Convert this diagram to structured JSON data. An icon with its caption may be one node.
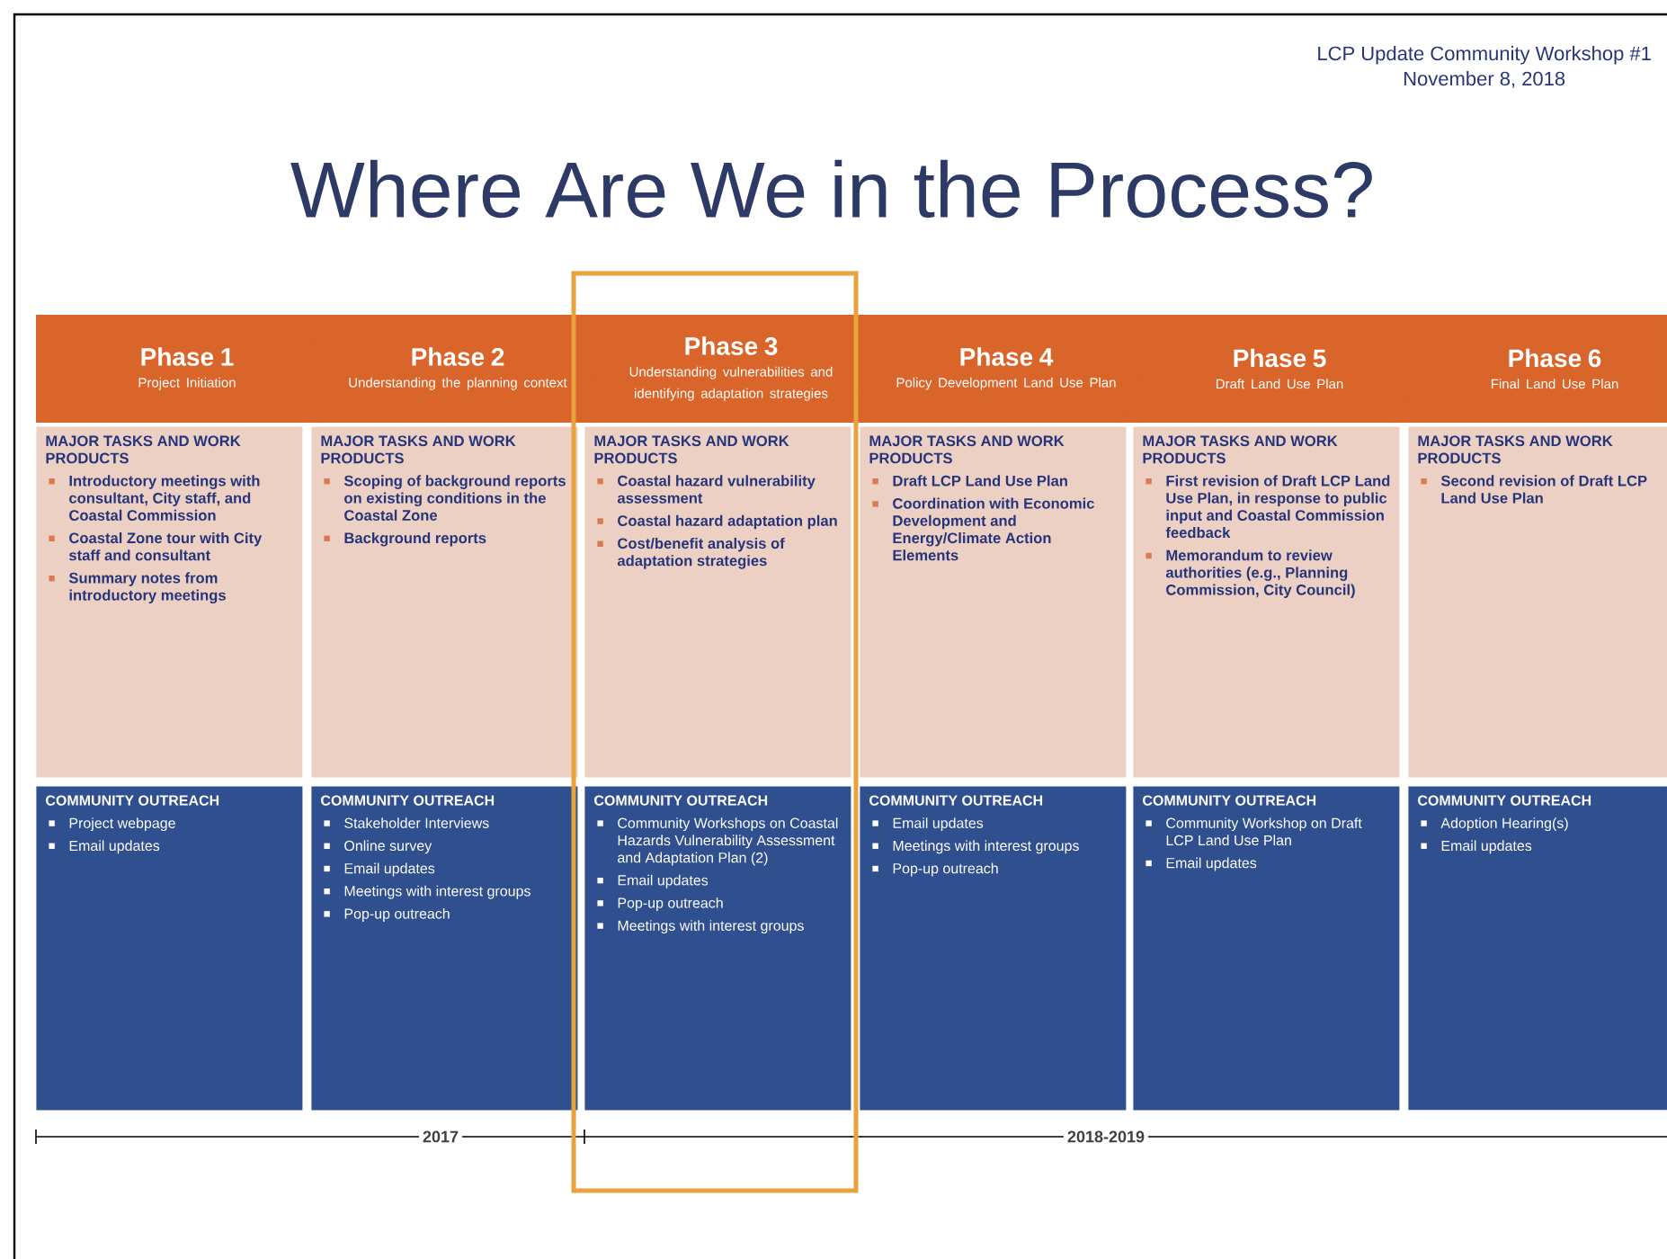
{
  "diagram": {
    "title": "Where Are We in the Process?",
    "nodes": [
      {
        "text": [
          "Phase 1",
          "Project Initiation"
        ]
      },
      {
        "text": [
          "Phase 2",
          "Understanding the planning context"
        ]
      },
      {
        "text": [
          "Phase 3",
          "Understanding vulnerabilities and identifying adaptation strategies"
        ]
      },
      {
        "text": [
          "Phase 4",
          "Policy Development Land Use Plan"
        ]
      },
      {
        "text": [
          "Phase 5",
          "Draft Land Use Plan"
        ]
      },
      {
        "text": [
          "Phase 6",
          "Final Land Use Plan"
        ]
      },
      {
        "text": [
          "MAJOR TASKS AND WORK PRODUCTS",
          "Introductory meetings with consultant, City staff, and Coastal Commission",
          "Coastal Zone tour with City staff and consultant",
          "Summary notes from introductory meetings"
        ]
      },
      {
        "text": [
          "MAJOR TASKS AND WORK PRODUCTS",
          "Scoping of background reports on existing conditions in the Coastal Zone",
          "Background reports"
        ]
      },
      {
        "text": [
          "MAJOR TASKS AND WORK PRODUCTS",
          "Coastal hazard vulnerability assessment",
          "Coastal hazard adaptation plan",
          "Cost/benefit analysis of adaptation strategies"
        ]
      },
      {
        "text": [
          "MAJOR TASKS AND WORK PRODUCTS",
          "Draft LCP Land Use Plan",
          "Coordination with Economic Development and Energy/Climate Action Elements"
        ]
      },
      {
        "text": [
          "MAJOR TASKS AND WORK PRODUCTS",
          "First revision of Draft LCP Land Use Plan, in response to public input and Coastal Commission feedback",
          "Memorandum to review authorities (e.g., Planning Commission, City Council)"
        ]
      },
      {
        "text": [
          "MAJOR TASKS AND WORK PRODUCTS",
          "Second revision of Draft LCP Land Use Plan"
        ]
      },
      {
        "text": [
          "COMMUNITY OUTREACH",
          "Project webpage",
          "Email updates"
        ]
      },
      {
        "text": [
          "COMMUNITY OUTREACH",
          "Stakeholder Interviews",
          "Online survey",
          "Email updates",
          "Meetings with interest groups",
          "Pop-up outreach"
        ]
      },
      {
        "text": [
          "COMMUNITY OUTREACH",
          "Community Workshops on Coastal Hazards Vulnerability Assessment and Adaptation Plan (2)",
          "Email updates",
          "Pop-up outreach",
          "Meetings with interest groups"
        ]
      },
      {
        "text": [
          "COMMUNITY OUTREACH",
          "Email updates",
          "Meetings with interest groups",
          "Pop-up outreach"
        ]
      },
      {
        "text": [
          "COMMUNITY OUTREACH",
          "Community Workshop on Draft LCP Land Use Plan",
          "Email updates"
        ]
      },
      {
        "text": [
          "COMMUNITY OUTREACH",
          "Adoption Hearing(s)",
          "Email updates"
        ]
      }
    ],
    "labels": [
      "LCP Update Community Workshop #1",
      "November 8, 2018",
      "2017",
      "2018-2019"
    ]
  }
}
